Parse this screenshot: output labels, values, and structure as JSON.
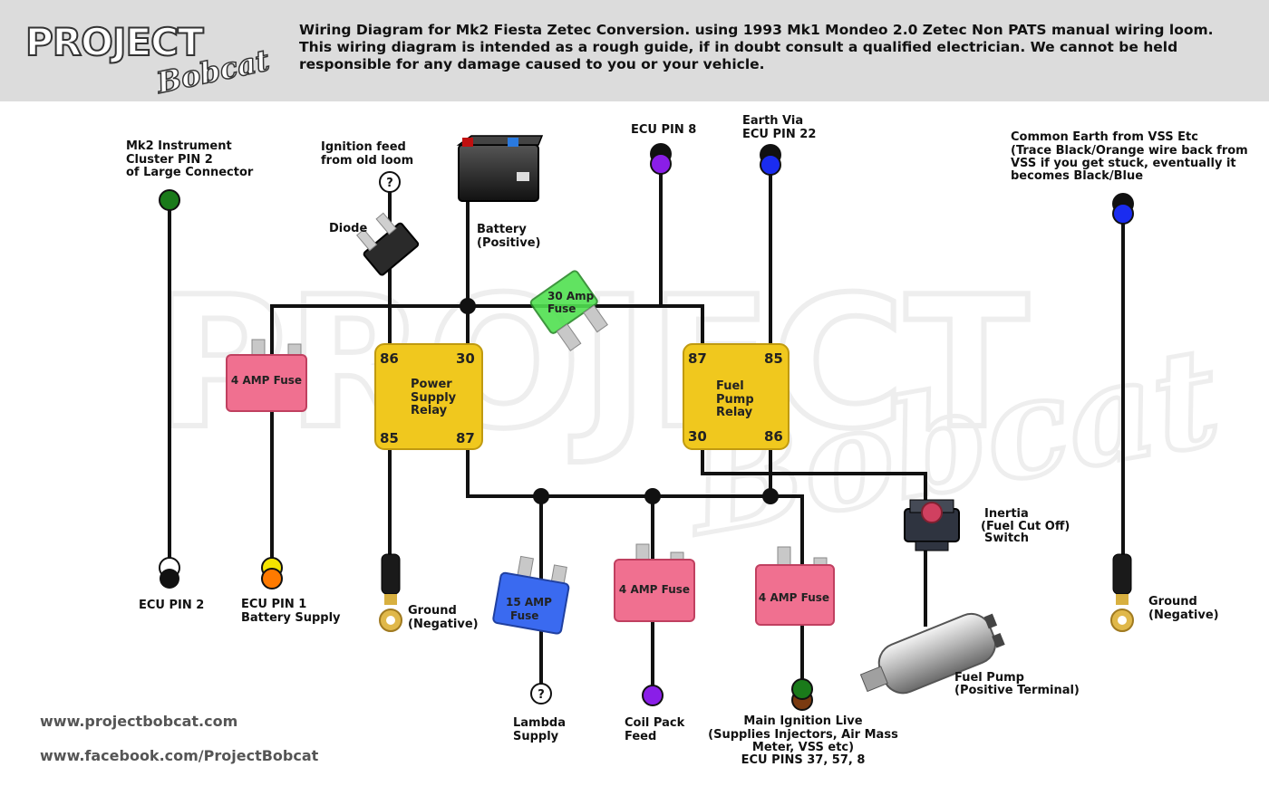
{
  "header": {
    "logo_main": "PROJECT",
    "logo_script": "Bobcat",
    "text_line1": "Wiring Diagram for Mk2 Fiesta Zetec Conversion. using  1993 Mk1 Mondeo 2.0 Zetec Non PATS manual wiring loom.",
    "text_line2": "This wiring diagram is intended as a rough guide, if in doubt consult a qualified electrician. We cannot be held",
    "text_line3": "responsible for any damage caused to you or your vehicle."
  },
  "labels": {
    "mk2_instrument": [
      "Mk2 Instrument",
      "Cluster PIN 2",
      "of Large Connector"
    ],
    "ignition_feed": [
      "Ignition feed",
      "from old loom"
    ],
    "battery": [
      "Battery",
      "(Positive)"
    ],
    "ecu_pin8": "ECU PIN 8",
    "earth_via": [
      "Earth Via",
      "ECU PIN 22"
    ],
    "common_earth": [
      "Common Earth from VSS Etc",
      "(Trace Black/Orange wire back from",
      "VSS if you get stuck, eventually it",
      "becomes Black/Blue"
    ],
    "diode": "Diode",
    "ecu_pin2": "ECU PIN 2",
    "ecu_pin1": [
      "ECU PIN 1",
      "Battery Supply"
    ],
    "ground_left": [
      "Ground",
      "(Negative)"
    ],
    "ground_right": [
      "Ground",
      "(Negative)"
    ],
    "lambda": [
      "Lambda",
      "Supply"
    ],
    "coil_pack": [
      "Coil Pack",
      "Feed"
    ],
    "main_ignition": [
      "Main Ignition Live",
      "(Supplies Injectors, Air Mass",
      "Meter, VSS etc)",
      "ECU PINS 37, 57, 8"
    ],
    "inertia": [
      "Inertia",
      "(Fuel Cut Off)",
      "Switch"
    ],
    "fuel_pump": [
      "Fuel Pump",
      "(Positive Terminal)"
    ],
    "question_mark": "?"
  },
  "relays": {
    "power": {
      "name": [
        "Power",
        "Supply",
        "Relay"
      ],
      "pins": [
        "86",
        "30",
        "85",
        "87"
      ]
    },
    "fuel": {
      "name": [
        "Fuel",
        "Pump",
        "Relay"
      ],
      "pins": [
        "87",
        "85",
        "30",
        "86"
      ]
    }
  },
  "fuses": {
    "f30": "30 Amp|Fuse",
    "f4a": "4 AMP Fuse",
    "f15": "15 AMP|Fuse",
    "f4b": "4 AMP Fuse",
    "f4c": "4 AMP Fuse"
  },
  "colors": {
    "green": "#1a7a1a",
    "purple": "#8a1ee8",
    "blue": "#1a2cf0",
    "yellow": "#f5e400",
    "orange": "#ff7a00",
    "brown": "#7a3a10",
    "relay": "#f0c81e",
    "fuse_pink": "#f07090",
    "fuse_green": "#50e050",
    "fuse_blue": "#3a6af0"
  },
  "footer": {
    "website": "www.projectbobcat.com",
    "facebook": "www.facebook.com/ProjectBobcat"
  }
}
